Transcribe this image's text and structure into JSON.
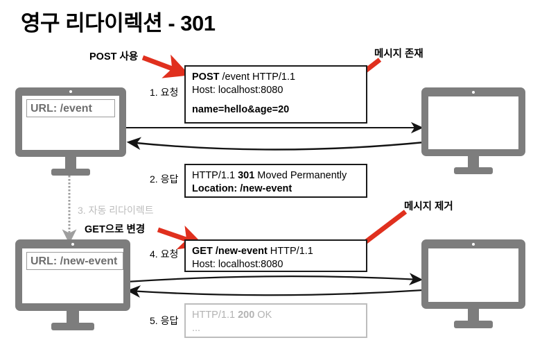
{
  "title": "영구 리다이렉션 - 301",
  "colors": {
    "red_arrow": "#e0301e",
    "monitor_gray": "#7d7d7d",
    "dim_gray": "#bdbdbd",
    "black": "#1a1a1a"
  },
  "clients": [
    {
      "name": "client-top",
      "url_label": "URL: /event"
    },
    {
      "name": "client-bottom",
      "url_label": "URL: /new-event"
    }
  ],
  "servers": [
    {
      "name": "server-top"
    },
    {
      "name": "server-bottom"
    }
  ],
  "steps": [
    {
      "id": 1,
      "label": "1. 요청",
      "dim": false
    },
    {
      "id": 2,
      "label": "2. 응답",
      "dim": false
    },
    {
      "id": 3,
      "label": "3. 자동 리다이렉트",
      "dim": true
    },
    {
      "id": 4,
      "label": "4. 요청",
      "dim": false
    },
    {
      "id": 5,
      "label": "5. 응답",
      "dim": false
    }
  ],
  "messages": {
    "request_1": {
      "line1_bold": "POST",
      "line1_rest": " /event HTTP/1.1",
      "line2": "Host: localhost:8080",
      "body_bold": "name=hello&age=20"
    },
    "response_2": {
      "line1_a": "HTTP/1.1 ",
      "line1_code": "301",
      "line1_b": " Moved Permanently",
      "line2_bold": "Location: /new-event"
    },
    "request_4": {
      "line1_bold": "GET /new-event",
      "line1_rest": " HTTP/1.1",
      "line2": "Host: localhost:8080"
    },
    "response_5": {
      "line1_a": "HTTP/1.1 ",
      "line1_code": "200",
      "line1_b": " OK",
      "line2": "..."
    }
  },
  "annotations": [
    {
      "name": "post-usage",
      "text": "POST 사용"
    },
    {
      "name": "message-exists",
      "text": "메시지 존재"
    },
    {
      "name": "change-to-get",
      "text": "GET으로 변경"
    },
    {
      "name": "message-removed",
      "text": "메시지 제거"
    }
  ]
}
